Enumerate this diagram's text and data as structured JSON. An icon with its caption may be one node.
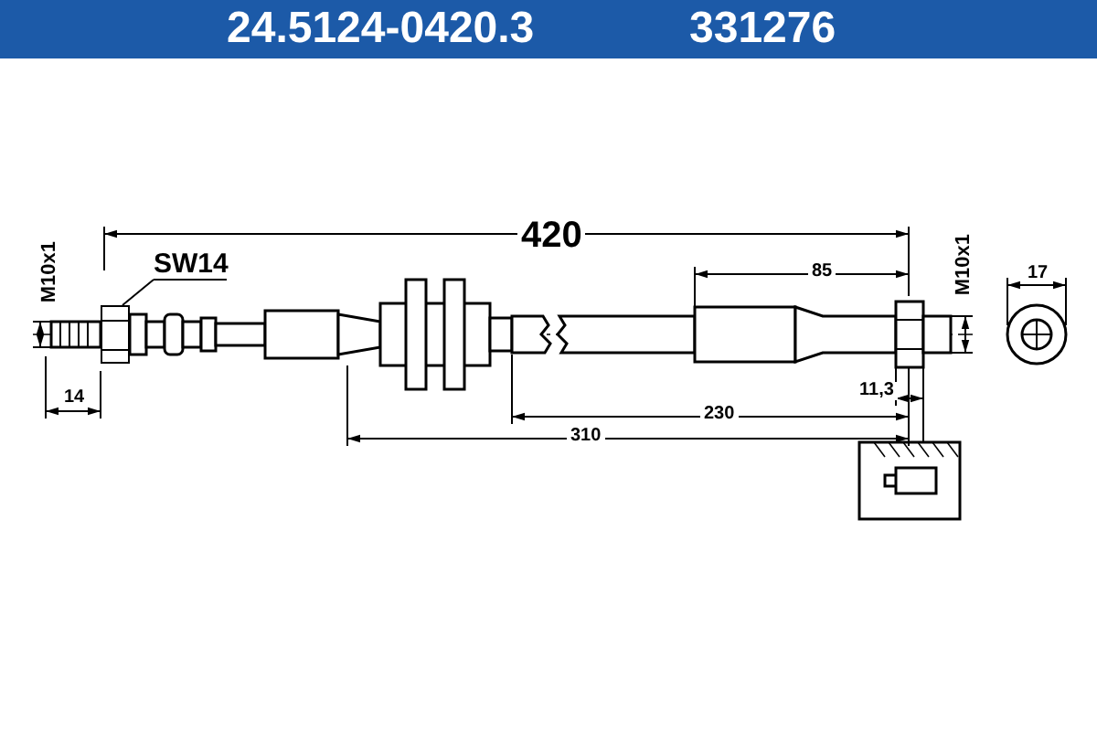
{
  "diagram": {
    "nodes": [
      {
        "text": [
          "SW14"
        ]
      },
      {
        "text": [],
        "shape": "box"
      }
    ],
    "edges": [
      {
        "from": 0,
        "to": 1,
        "arrow": "none"
      }
    ],
    "labels": [
      "24.5124-0420.3",
      "331276",
      "420",
      "M10x1",
      "M10x1",
      "85",
      "17",
      "14",
      "11,3",
      "230",
      "310"
    ]
  }
}
